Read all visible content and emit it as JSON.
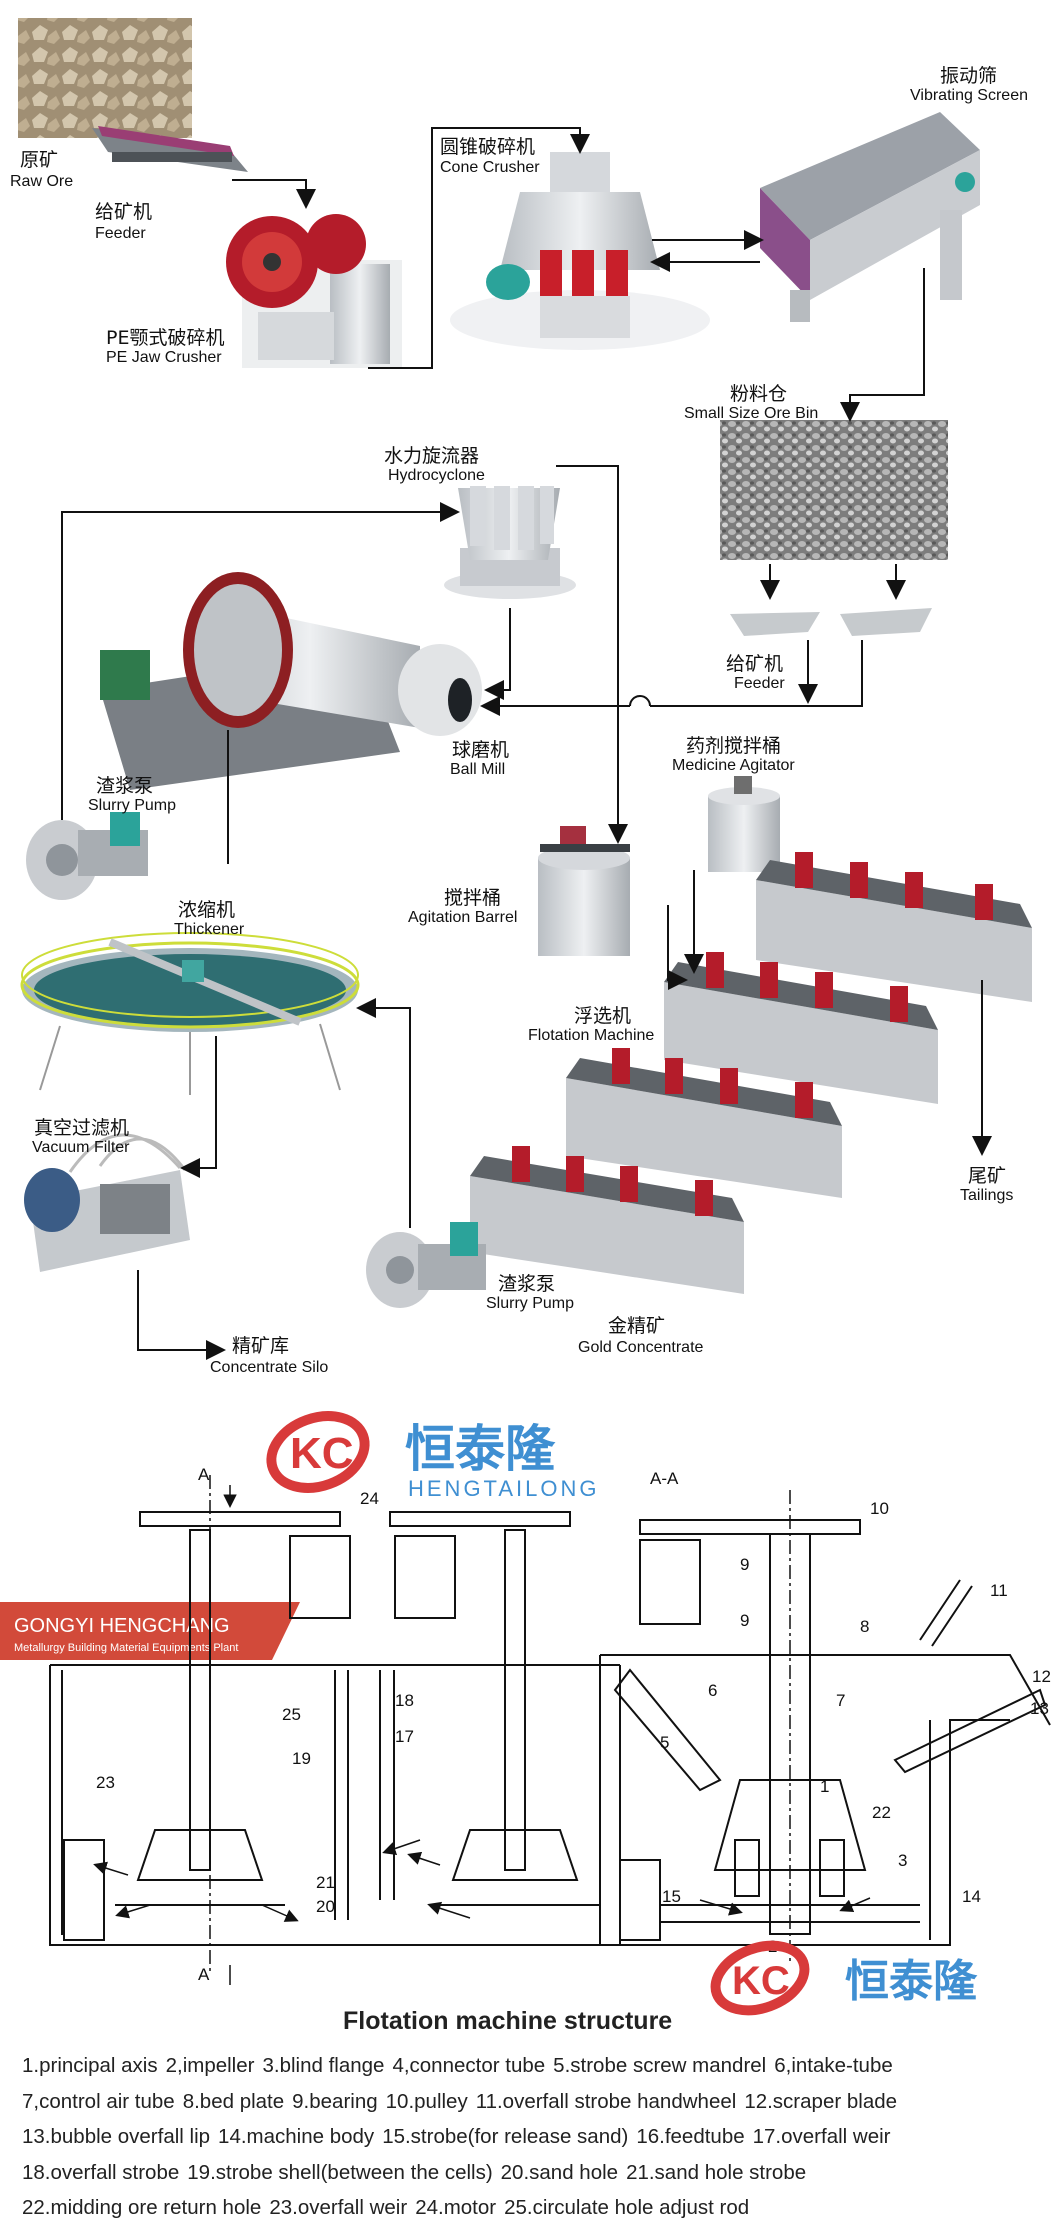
{
  "flow": {
    "raw_ore": {
      "zh": "原矿",
      "en": "Raw Ore"
    },
    "feeder_top": {
      "zh": "给矿机",
      "en": "Feeder"
    },
    "jaw_crusher": {
      "zh": "PE颚式破碎机",
      "en": "PE Jaw Crusher"
    },
    "cone_crusher": {
      "zh": "圆锥破碎机",
      "en": "Cone Crusher"
    },
    "vibrating_screen": {
      "zh": "振动筛",
      "en": "Vibrating Screen"
    },
    "ore_bin": {
      "zh": "粉料仓",
      "en": "Small Size Ore Bin"
    },
    "hydrocyclone": {
      "zh": "水力旋流器",
      "en": "Hydrocyclone"
    },
    "feeder_mid": {
      "zh": "给矿机",
      "en": "Feeder"
    },
    "ball_mill": {
      "zh": "球磨机",
      "en": "Ball Mill"
    },
    "slurry_pump_1": {
      "zh": "渣浆泵",
      "en": "Slurry Pump"
    },
    "medicine_agitator": {
      "zh": "药剂搅拌桶",
      "en": "Medicine Agitator"
    },
    "agitation_barrel": {
      "zh": "搅拌桶",
      "en": "Agitation Barrel"
    },
    "thickener": {
      "zh": "浓缩机",
      "en": "Thickener"
    },
    "flotation_machine": {
      "zh": "浮选机",
      "en": "Flotation Machine"
    },
    "vacuum_filter": {
      "zh": "真空过滤机",
      "en": "Vacuum Filter"
    },
    "tailings": {
      "zh": "尾矿",
      "en": "Tailings"
    },
    "slurry_pump_2": {
      "zh": "渣浆泵",
      "en": "Slurry Pump"
    },
    "gold_concentrate": {
      "zh": "金精矿",
      "en": "Gold Concentrate"
    },
    "concentrate_silo": {
      "zh": "精矿库",
      "en": "Concentrate Silo"
    }
  },
  "brand": {
    "zh": "恒泰隆",
    "en": "HENGTAILONG",
    "company": "GONGYI HENGCHANG",
    "company_sub": "Metallurgy Building Material Equipments Plant",
    "colors": {
      "red": "#d83a3a",
      "blue": "#3f8fd2",
      "banner": "#d24a3a"
    }
  },
  "drawing": {
    "section_label": "A-A",
    "marker": "A",
    "left_numbers": [
      "24",
      "25",
      "23",
      "18",
      "17",
      "19",
      "21",
      "20"
    ],
    "right_numbers": [
      "10",
      "9",
      "9",
      "8",
      "11",
      "12",
      "13",
      "6",
      "7",
      "5",
      "1",
      "22",
      "3",
      "14",
      "15",
      "2"
    ]
  },
  "structure": {
    "title": "Flotation machine structure",
    "legend_rows": [
      [
        "1.principal axis",
        "2,impeller",
        "3.blind flange",
        "4,connector tube",
        "5.strobe screw mandrel",
        "6,intake-tube"
      ],
      [
        "7,control air tube",
        "8.bed plate",
        "9.bearing",
        "10.pulley",
        "11.overfall strobe handwheel",
        "12.scraper blade"
      ],
      [
        "13.bubble overfall lip",
        "14.machine body",
        "15.strobe(for release sand)",
        "16.feedtube",
        "17.overfall weir"
      ],
      [
        "18.overfall strobe",
        "19.strobe shell(between the cells)",
        "20.sand hole",
        "21.sand hole strobe"
      ],
      [
        "22.midding ore return hole",
        "23.overfall weir",
        "24.motor",
        "25.circulate hole adjust rod"
      ]
    ]
  }
}
